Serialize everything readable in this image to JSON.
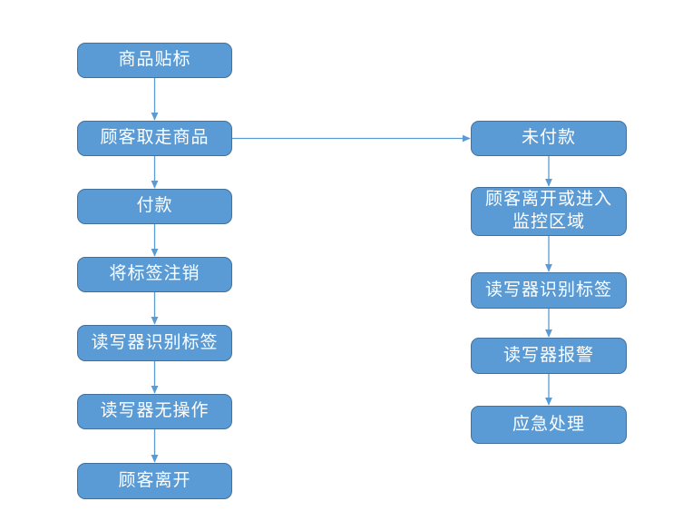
{
  "diagram": {
    "kind": "flowchart",
    "description": "RFID retail checkout / anti-theft process flowchart",
    "left_flow": [
      {
        "id": "L0",
        "label": "商品贴标"
      },
      {
        "id": "L1",
        "label": "顾客取走商品"
      },
      {
        "id": "L2",
        "label": "付款"
      },
      {
        "id": "L3",
        "label": "将标签注销"
      },
      {
        "id": "L4",
        "label": "读写器识别标签"
      },
      {
        "id": "L5",
        "label": "读写器无操作"
      },
      {
        "id": "L6",
        "label": "顾客离开"
      }
    ],
    "right_flow": [
      {
        "id": "R0",
        "label": "未付款"
      },
      {
        "id": "R1",
        "label": "顾客离开或进入\n监控区域"
      },
      {
        "id": "R2",
        "label": "读写器识别标签"
      },
      {
        "id": "R3",
        "label": "读写器报警"
      },
      {
        "id": "R4",
        "label": "应急处理"
      }
    ],
    "connections": [
      {
        "from": "L0",
        "to": "L1"
      },
      {
        "from": "L1",
        "to": "L2"
      },
      {
        "from": "L2",
        "to": "L3"
      },
      {
        "from": "L3",
        "to": "L4"
      },
      {
        "from": "L4",
        "to": "L5"
      },
      {
        "from": "L5",
        "to": "L6"
      },
      {
        "from": "L1",
        "to": "R0"
      },
      {
        "from": "R0",
        "to": "R1"
      },
      {
        "from": "R1",
        "to": "R2"
      },
      {
        "from": "R2",
        "to": "R3"
      },
      {
        "from": "R3",
        "to": "R4"
      }
    ]
  },
  "colors": {
    "background": "#ffffff",
    "node_fill": "#5B9BD5",
    "node_border": "#41719C",
    "node_text": "#ffffff",
    "arrow": "#5B9BD5"
  }
}
